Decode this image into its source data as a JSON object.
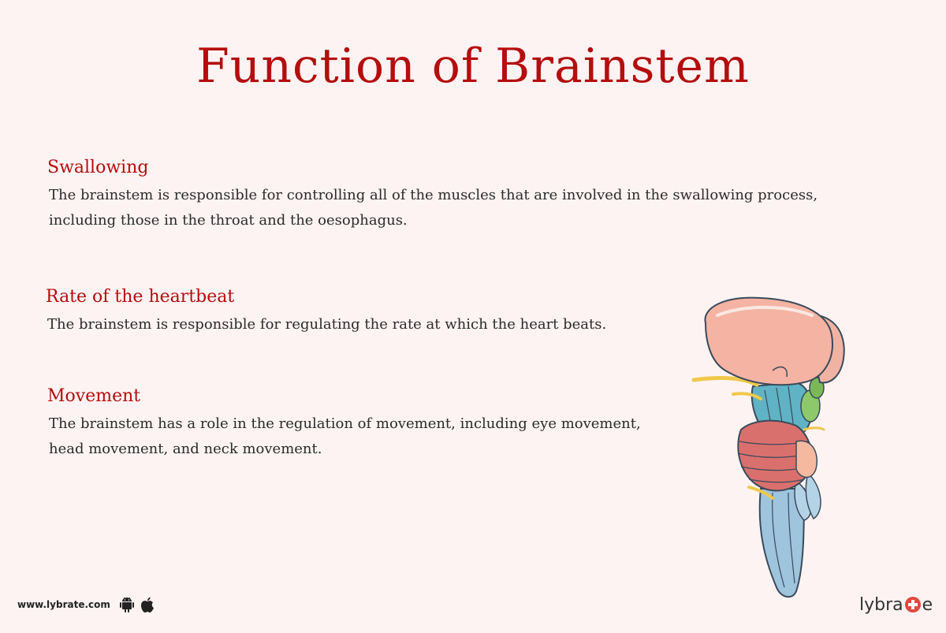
{
  "title": "Function of Brainstem",
  "sections": [
    {
      "heading": "Swallowing",
      "text_line1": "The brainstem is responsible for controlling all of the muscles that are involved in the swallowing process,",
      "text_line2": "including those in the throat and the oesophagus."
    },
    {
      "heading": "Rate of the heartbeat",
      "text_line1": "The brainstem is responsible for regulating the rate at which the heart beats."
    },
    {
      "heading": "Movement",
      "text_line1": "The brainstem has a role in the regulation of movement, including eye movement,",
      "text_line2": "head movement, and neck movement."
    }
  ],
  "footer": {
    "website": "www.lybrate.com",
    "icons": [
      "android-icon",
      "apple-icon"
    ],
    "logo_left": "lybra",
    "logo_right": "e"
  },
  "colors": {
    "accent": "#b50d0d",
    "background": "#fdf3f3",
    "body_text": "#2b2b2b"
  }
}
